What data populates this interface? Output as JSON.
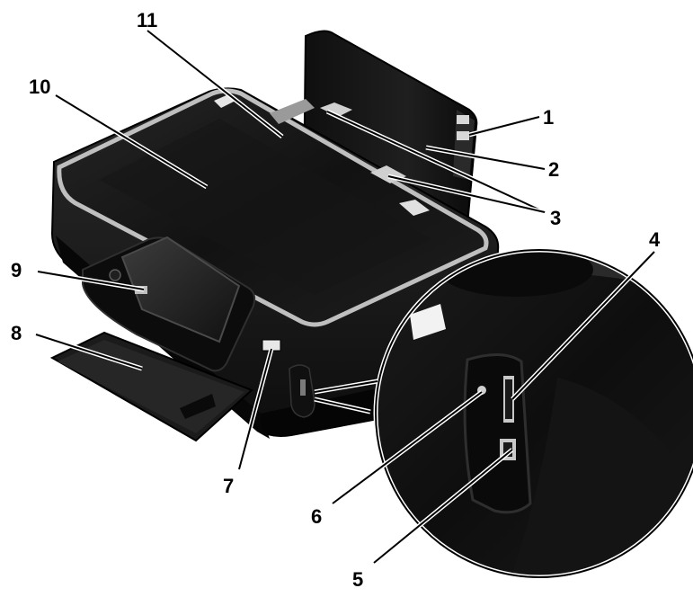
{
  "callouts": [
    {
      "id": "1",
      "label": "1"
    },
    {
      "id": "2",
      "label": "2"
    },
    {
      "id": "3",
      "label": "3"
    },
    {
      "id": "4",
      "label": "4"
    },
    {
      "id": "5",
      "label": "5"
    },
    {
      "id": "6",
      "label": "6"
    },
    {
      "id": "7",
      "label": "7"
    },
    {
      "id": "8",
      "label": "8"
    },
    {
      "id": "9",
      "label": "9"
    },
    {
      "id": "10",
      "label": "10"
    },
    {
      "id": "11",
      "label": "11"
    }
  ],
  "colors": {
    "printer_body": "#1a1a1a",
    "printer_dark": "#0b0b0b",
    "scanner_edge": "#bfbfbf",
    "highlight": "#3a3a3a",
    "label_text": "#000000",
    "background": "#ffffff"
  }
}
